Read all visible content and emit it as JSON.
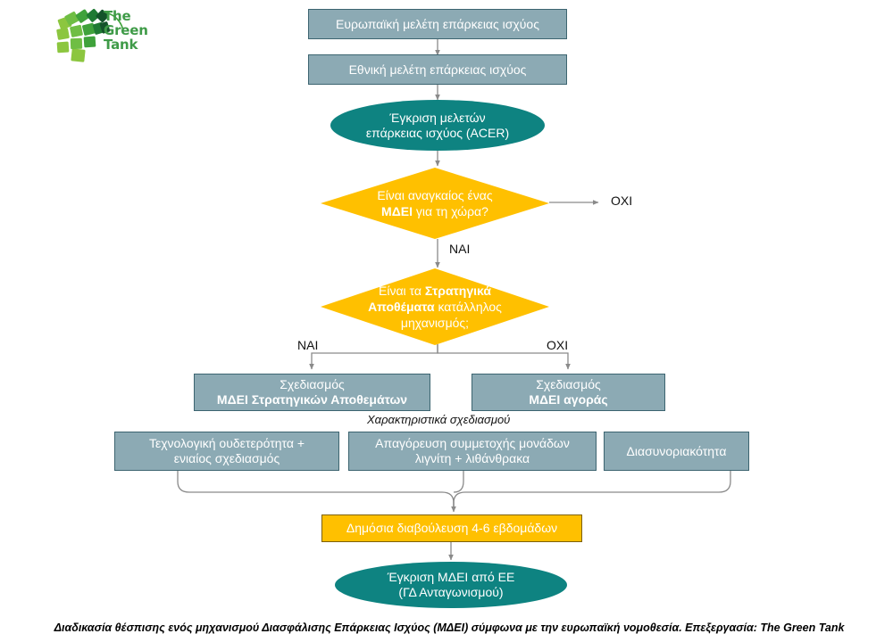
{
  "logo": {
    "name": "The Green Tank",
    "line1": "The",
    "line2": "Green",
    "line3": "Tank",
    "colors": [
      "#8CC63F",
      "#4FA23B",
      "#2E7D32",
      "#1B5E20"
    ]
  },
  "palette": {
    "box_fill": "#8CAAB4",
    "box_border": "#3C6470",
    "diamond_fill": "#FFC000",
    "ellipse_fill": "#0E8381",
    "yellow_box_fill": "#FFC000",
    "yellow_box_border": "#7D6000",
    "arrow": "#808080",
    "text_on_shape": "#FFFFFF",
    "label_text": "#111111"
  },
  "nodes": {
    "eu_study": {
      "type": "process",
      "label": "Ευρωπαϊκή μελέτη επάρκειας ισχύος"
    },
    "national_study": {
      "type": "process",
      "label": "Εθνική μελέτη επάρκειας ισχύος"
    },
    "acer_approval": {
      "type": "terminator",
      "line1": "Έγκριση μελετών",
      "line2": "επάρκειας ισχύος (ACER)"
    },
    "decision_need": {
      "type": "decision",
      "line1": "Είναι αναγκαίος ένας",
      "line2_bold": "ΜΔΕΙ",
      "line2_rest": " για τη χώρα?"
    },
    "decision_reserves": {
      "type": "decision",
      "line1_rest": "Είναι τα ",
      "line1_bold": "Στρατηγικά",
      "line2_bold": "Αποθέματα",
      "line2_rest": " κατάλληλος",
      "line3": "μηχανισμός;"
    },
    "design_reserves": {
      "type": "process",
      "line1": "Σχεδιασμός",
      "line2_bold": "ΜΔΕΙ Στρατηγικών Αποθεμάτων"
    },
    "design_market": {
      "type": "process",
      "line1": "Σχεδιασμός",
      "line2_bold": "ΜΔΕΙ αγοράς"
    },
    "feature_1": {
      "type": "process",
      "line1": "Τεχνολογική ουδετερότητα +",
      "line2": "ενιαίος σχεδιασμός"
    },
    "feature_2": {
      "type": "process",
      "line1": "Απαγόρευση συμμετοχής μονάδων",
      "line2": "λιγνίτη + λιθάνθρακα"
    },
    "feature_3": {
      "type": "process",
      "line1": "Διασυνοριακότητα"
    },
    "consultation": {
      "type": "process-yellow",
      "label": "Δημόσια διαβούλευση 4-6 εβδομάδων"
    },
    "eu_approval": {
      "type": "terminator",
      "line1": "Έγκριση ΜΔΕΙ από ΕΕ",
      "line2": "(ΓΔ Ανταγωνισμού)"
    }
  },
  "edge_labels": {
    "no_top": "OXI",
    "yes_top": "NAI",
    "yes_left": "NAI",
    "no_right": "OXI",
    "features_caption": "Χαρακτηριστικά σχεδιασμού"
  },
  "footer": {
    "caption": "Διαδικασία θέσπισης ενός μηχανισμού Διασφάλισης Επάρκειας Ισχύος (ΜΔΕΙ) σύμφωνα με την ευρωπαϊκή νομοθεσία. Επεξεργασία: The Green Tank"
  }
}
